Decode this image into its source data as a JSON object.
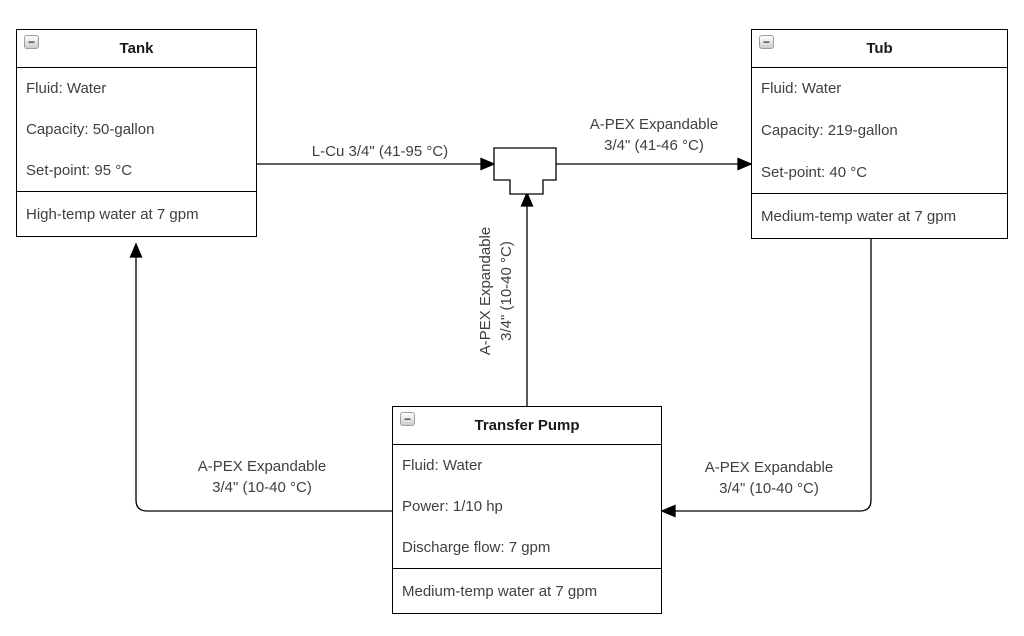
{
  "diagram": {
    "nodes": {
      "tank": {
        "title": "Tank",
        "rows": [
          "Fluid: Water",
          "Capacity: 50-gallon",
          "Set-point: 95 °C"
        ],
        "footer": "High-temp water at 7 gpm"
      },
      "tub": {
        "title": "Tub",
        "rows": [
          "Fluid: Water",
          "Capacity: 219-gallon",
          "Set-point: 40 °C"
        ],
        "footer": "Medium-temp water at 7 gpm"
      },
      "pump": {
        "title": "Transfer Pump",
        "rows": [
          "Fluid: Water",
          "Power: 1/10 hp",
          "Discharge flow: 7 gpm"
        ],
        "footer": "Medium-temp water at 7 gpm"
      }
    },
    "edges": {
      "tank_to_tee": {
        "label": "L-Cu 3/4\" (41-95 °C)"
      },
      "tee_to_tub": {
        "label_line1": "A-PEX Expandable",
        "label_line2": "3/4\" (41-46 °C)"
      },
      "pump_to_tee": {
        "label_line1": "A-PEX Expandable",
        "label_line2": "3/4\" (10-40 °C)"
      },
      "pump_to_tank": {
        "label_line1": "A-PEX Expandable",
        "label_line2": "3/4\" (10-40 °C)"
      },
      "tub_to_pump": {
        "label_line1": "A-PEX Expandable",
        "label_line2": "3/4\" (10-40 °C)"
      }
    },
    "icons": {
      "collapse_minus": "−"
    },
    "colors": {
      "stroke": "#000000",
      "body_text": "#3f3f3f",
      "header_text": "#1a1a1a",
      "background": "#ffffff"
    }
  }
}
